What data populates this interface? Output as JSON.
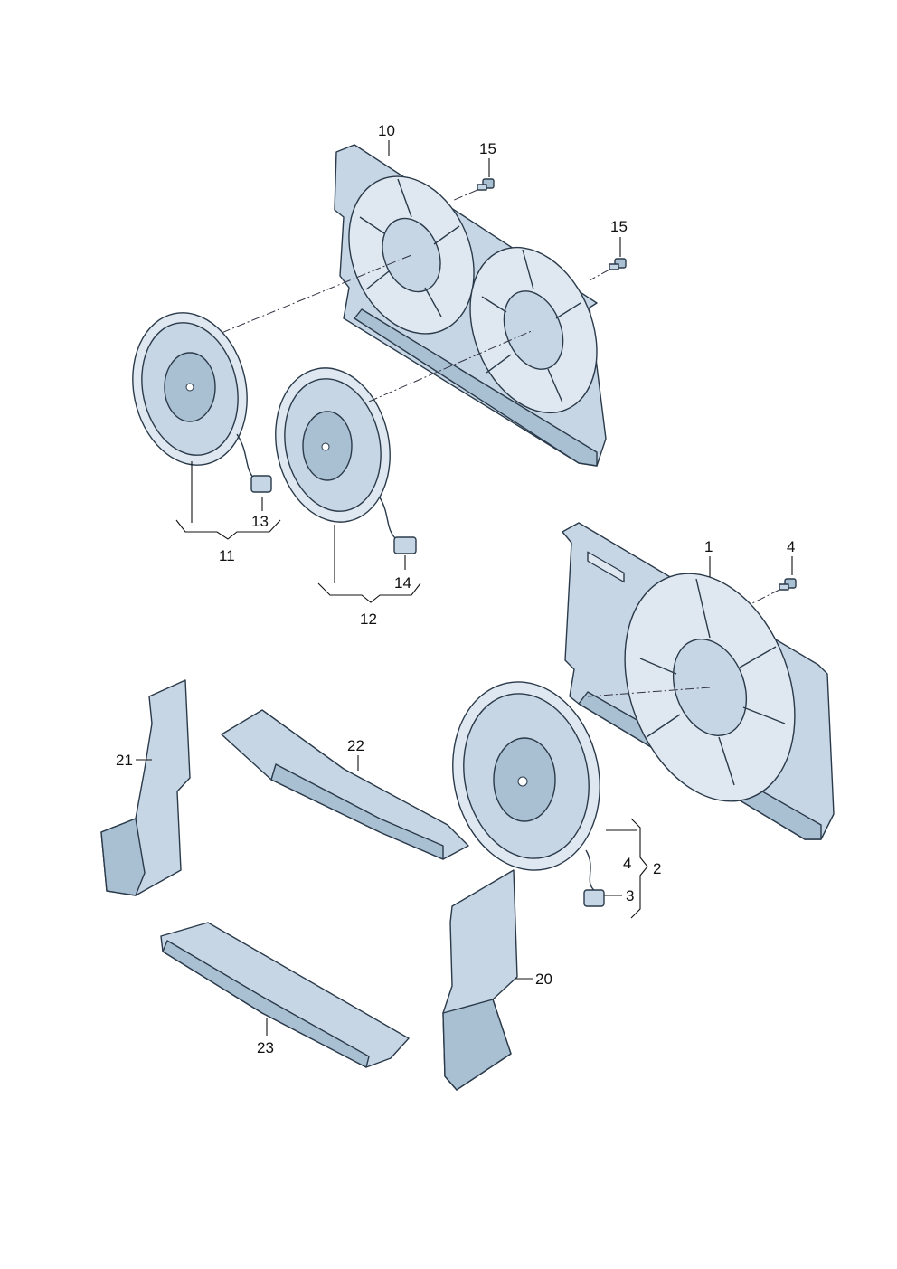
{
  "callouts": {
    "c1": "1",
    "c2": "2",
    "c3": "3",
    "c4a": "4",
    "c4b": "4",
    "c10": "10",
    "c11": "11",
    "c12": "12",
    "c13": "13",
    "c14": "14",
    "c15a": "15",
    "c15b": "15",
    "c20": "20",
    "c21": "21",
    "c22": "22",
    "c23": "23"
  },
  "colors": {
    "part_fill": "#c6d6e4",
    "part_shade": "#a9bfd2",
    "outline": "#2a3a4a"
  }
}
